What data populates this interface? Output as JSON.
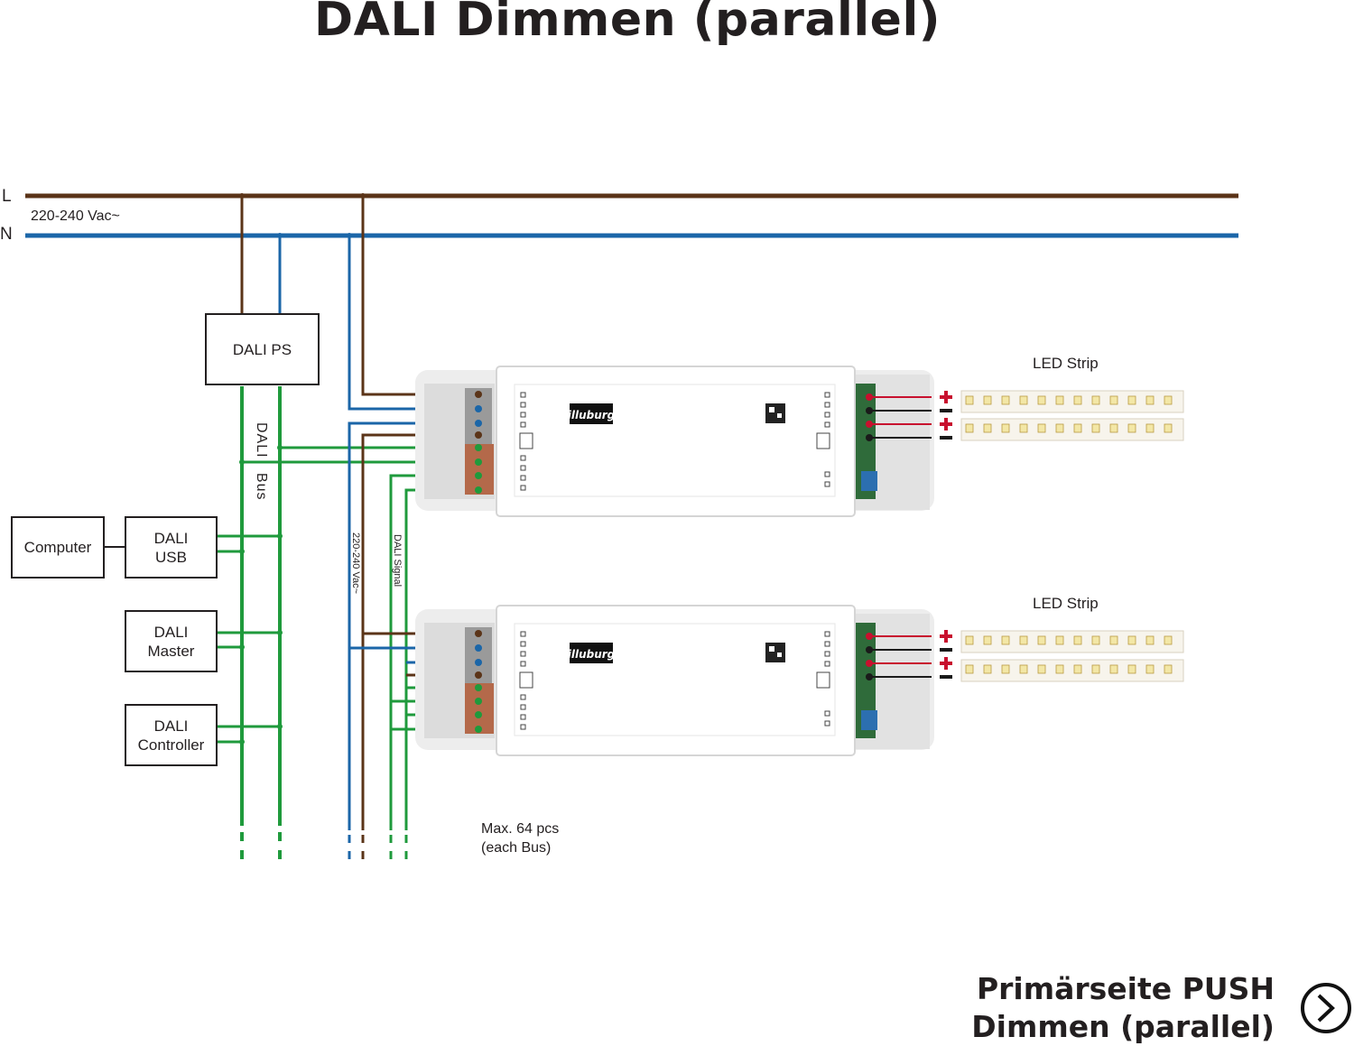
{
  "title": "DALI Dimmen (parallel)",
  "lines": {
    "l_label": "L",
    "n_label": "N",
    "voltage": "220-240 Vac~"
  },
  "boxes": {
    "dali_ps": "DALI PS",
    "computer": "Computer",
    "dali_usb": "DALI\nUSB",
    "dali_master": "DALI\nMaster",
    "dali_controller": "DALI\nController"
  },
  "bus_label": "DALI   Bus",
  "wire_labels": {
    "mains": "220-240 Vac~",
    "signal": "DALI Signal"
  },
  "led_strip_label": "LED Strip",
  "driver": {
    "brand": "illuburg"
  },
  "max_note": "Max. 64 pcs\n(each Bus)",
  "footer": {
    "line1": "Primärseite PUSH",
    "line2": "Dimmen (parallel)"
  },
  "colors": {
    "live": "#5b3418",
    "neutral": "#1b66a8",
    "dali": "#1f9a3c",
    "led_plus": "#c8102e",
    "led_minus": "#1a1a1a"
  }
}
